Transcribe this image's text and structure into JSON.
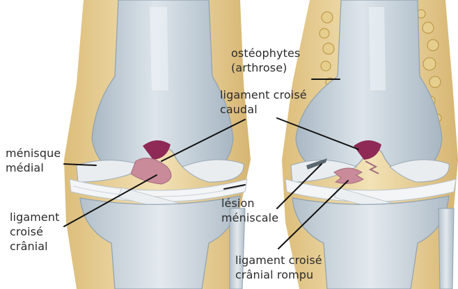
{
  "labels": {
    "osteophytes_line1": "ostéophytes",
    "osteophytes_line2": "(arthrose)",
    "lcc_line1": "ligament croisé",
    "lcc_line2": "caudal",
    "menisque_line1": "ménisque",
    "menisque_line2": "médial",
    "lcr_left_line1": "ligament",
    "lcr_left_line2": "croisé",
    "lcr_left_line3": "crânial",
    "lesion_line1": "lésion",
    "lesion_line2": "méniscale",
    "lcr_right_line1": "ligament croisé",
    "lcr_right_line2": "crânial rompu"
  },
  "colors": {
    "bone": "#c9d4dc",
    "bone_edge": "#9fb0bd",
    "fat": "#e7cf93",
    "fat_dark": "#c9a55a",
    "ligament": "#c98a9a",
    "ligament_dark": "#8e2a55",
    "meniscus": "#e9edf0",
    "leader_line": "#111111"
  }
}
